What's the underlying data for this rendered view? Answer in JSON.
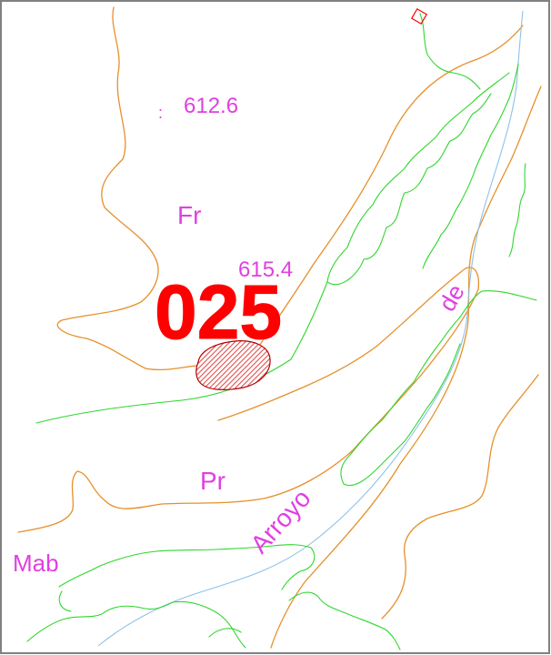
{
  "labels": {
    "elevation_1": "612.6",
    "elevation_2": "615.4",
    "place_fr": "Fr",
    "place_pr": "Pr",
    "place_mab": "Mab",
    "place_de": "de",
    "stream_name": "Arroyo",
    "parcel_id": "025",
    "point_mark": ":"
  },
  "colors": {
    "contour": "#e6902c",
    "vegetation": "#2fd62f",
    "river": "#8ec0e8",
    "label": "#e040e0",
    "parcel_id": "#ff0000",
    "parcel_fill": "#e05050",
    "parcel_outline": "#b00000",
    "frame": "#808080"
  }
}
